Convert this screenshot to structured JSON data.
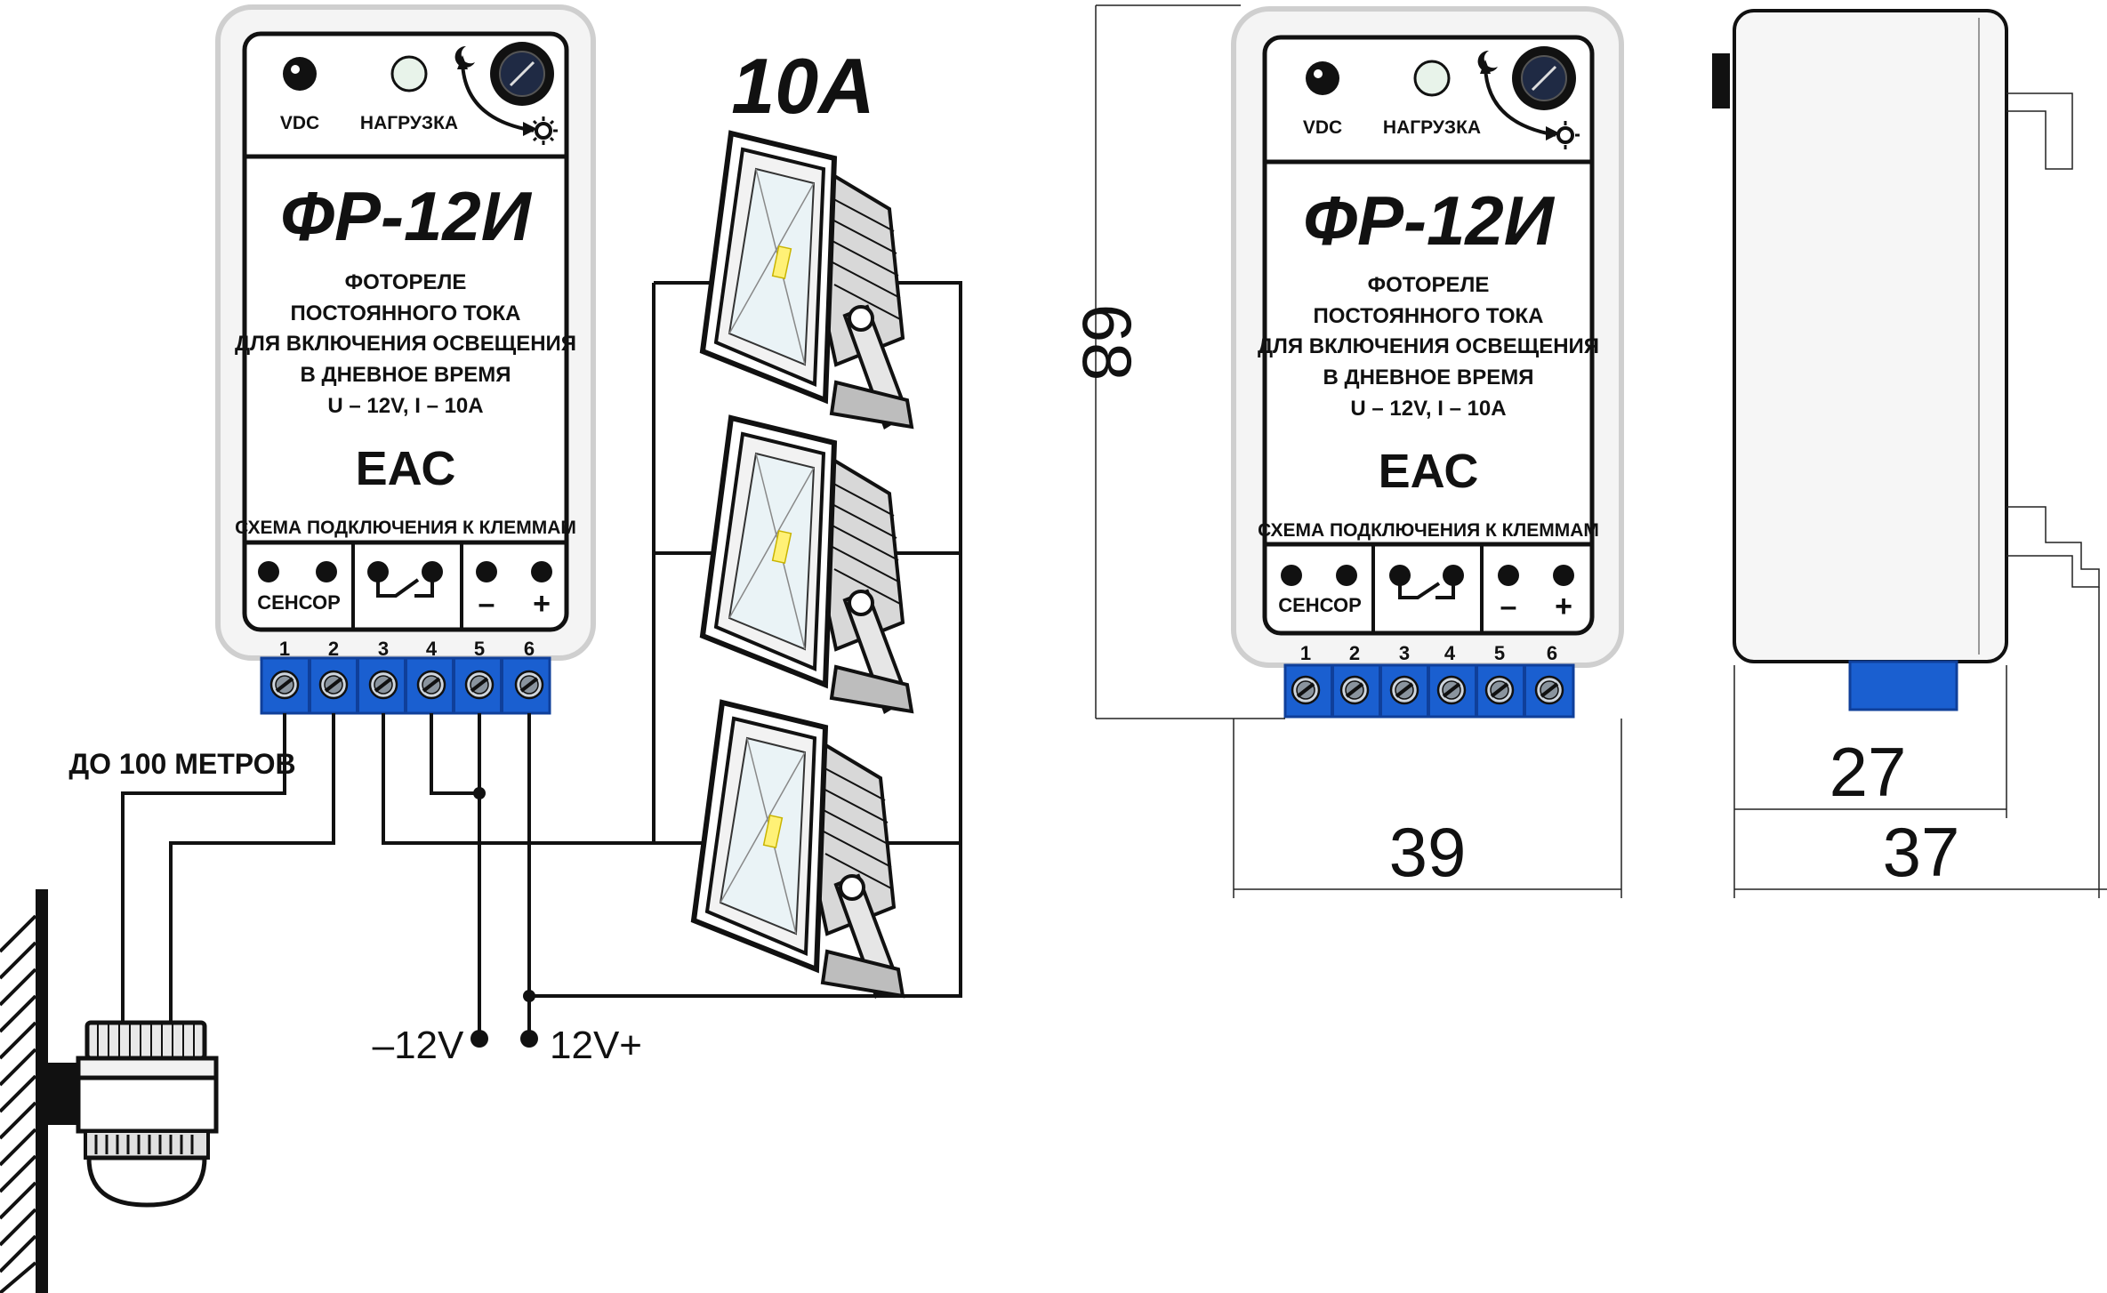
{
  "device": {
    "indicator_vdc": "VDC",
    "indicator_load": "НАГРУЗКА",
    "model": "ФР-12И",
    "desc_lines": [
      "ФОТОРЕЛЕ",
      "ПОСТОЯННОГО ТОКА",
      "ДЛЯ ВКЛЮЧЕНИЯ ОСВЕЩЕНИЯ",
      "В ДНЕВНОЕ ВРЕМЯ",
      "U – 12V, I – 10A"
    ],
    "cert_mark": "ЕАС",
    "scheme_title": "СХЕМА ПОДКЛЮЧЕНИЯ К КЛЕММАМ",
    "sensor_label": "СЕНСОР",
    "minus_sign": "–",
    "plus_sign": "+",
    "terminal_numbers": [
      "1",
      "2",
      "3",
      "4",
      "5",
      "6"
    ]
  },
  "wiring": {
    "current_label": "10A",
    "cable_length": "ДО 100 МЕТРОВ",
    "supply_minus": "–12V",
    "supply_plus": "12V+"
  },
  "dimensions": {
    "height": "68",
    "front_width": "39",
    "side_depth_body": "27",
    "side_depth_total": "37"
  },
  "colors": {
    "terminal_blue": "#1a5fd0",
    "terminal_dark": "#0f3f9a",
    "outline": "#111111"
  }
}
